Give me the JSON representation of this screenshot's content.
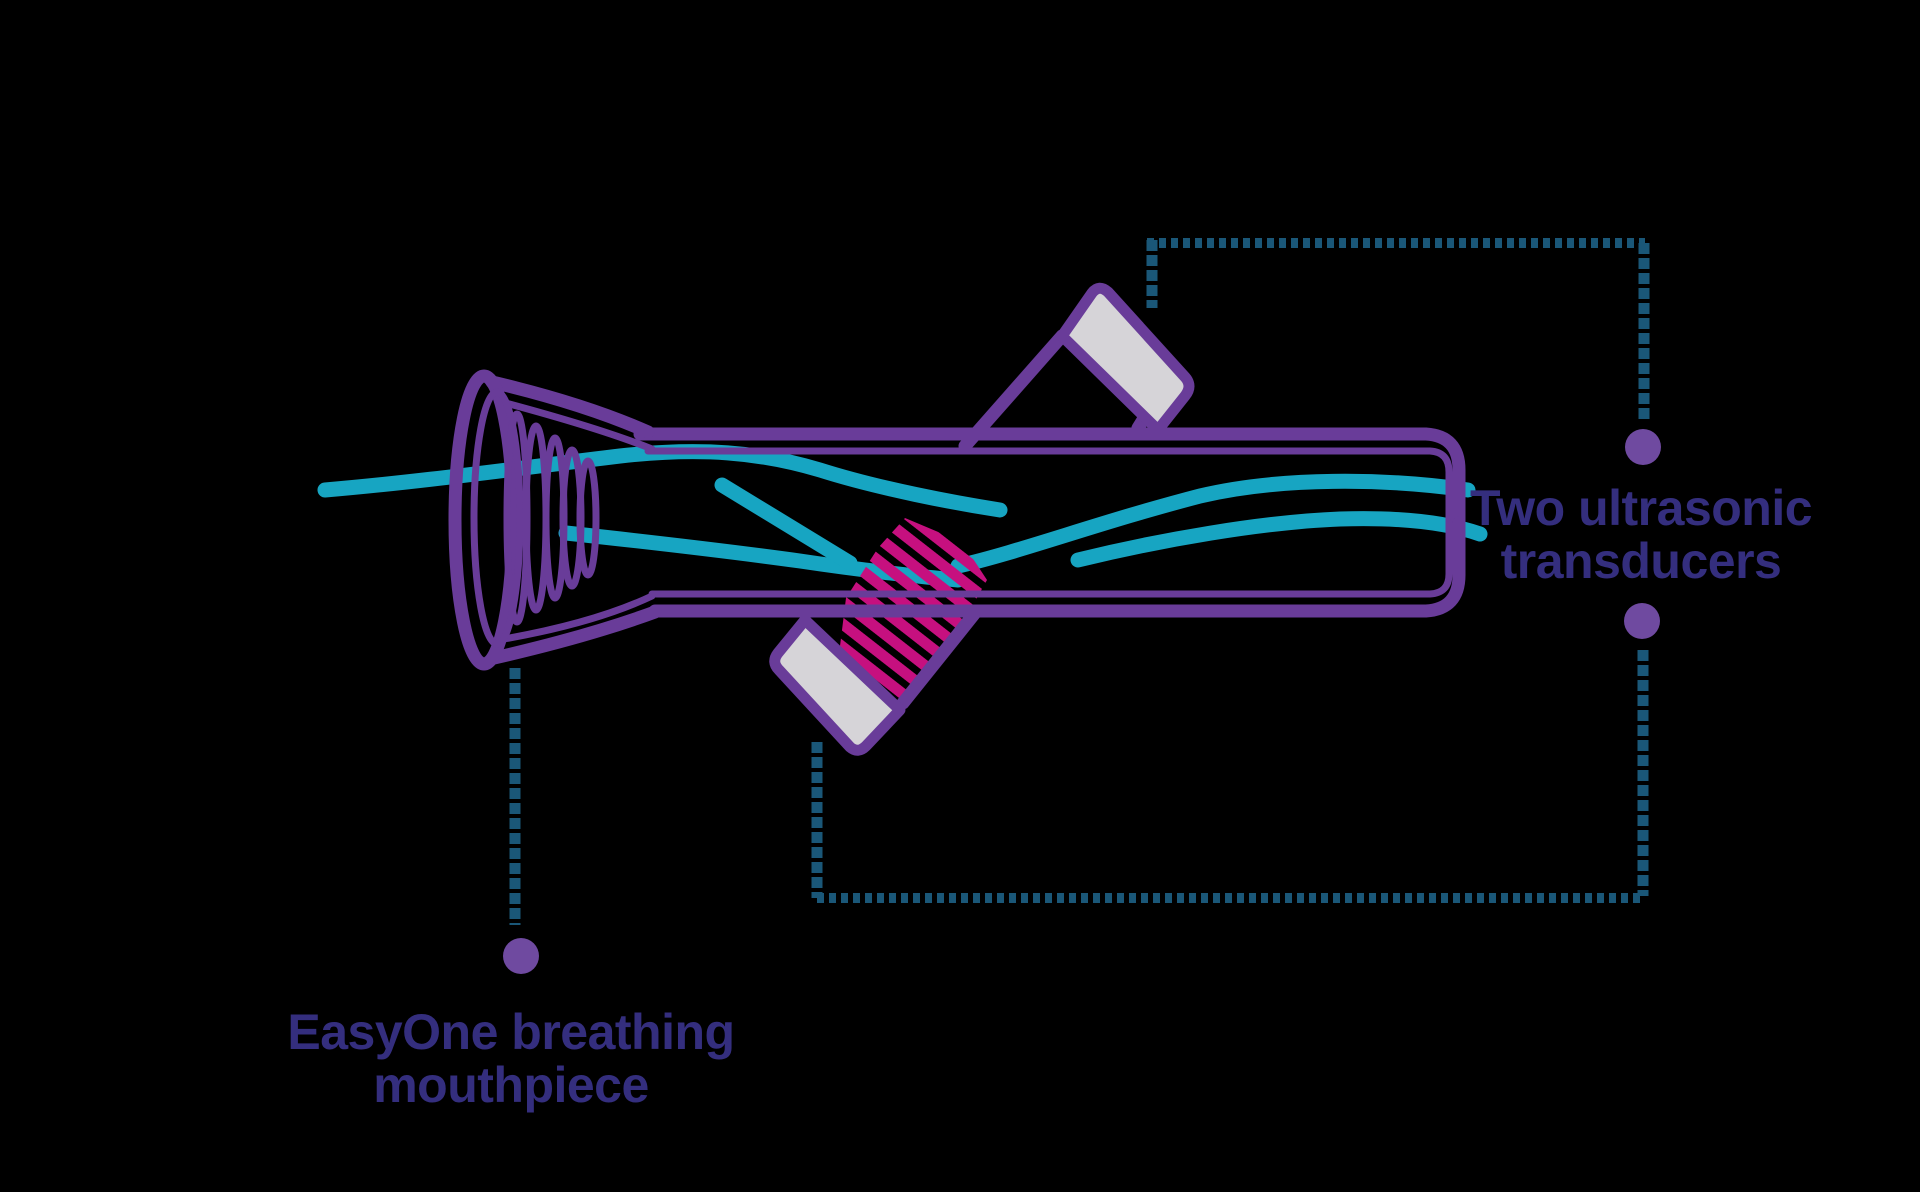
{
  "background": "#000000",
  "colors": {
    "background": "#000000",
    "purple": "#693c99",
    "dot_purple": "#6f4aa0",
    "teal": "#17a5c2",
    "dash_teal": "#1a5778",
    "magenta": "#c6107f",
    "cap_gray": "#d6d4d8",
    "text_indigo": "#342e7e"
  },
  "labels": {
    "mouthpiece": {
      "line1": "EasyOne breathing",
      "line2": "mouthpiece"
    },
    "transducers": {
      "line1": "Two ultrasonic",
      "line2": "transducers"
    }
  }
}
